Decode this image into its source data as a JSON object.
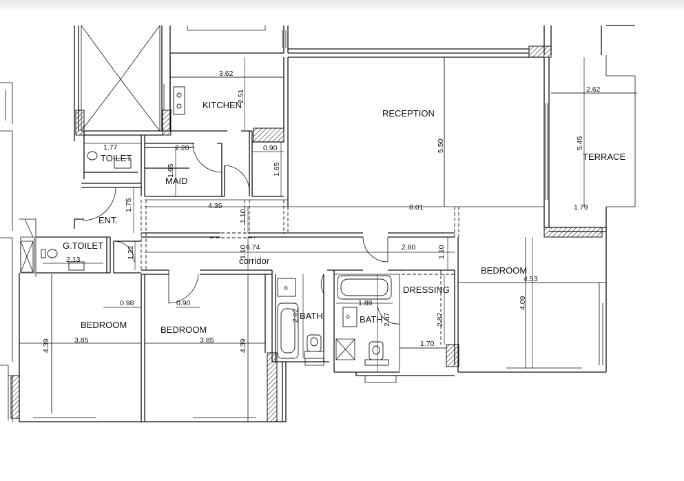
{
  "rooms": {
    "kitchen": "KITCHEN",
    "reception": "RECEPTION",
    "terrace": "TERRACE",
    "toilet": "TOILET",
    "maid": "MAID",
    "entrance": "ENT.",
    "guest_toilet": "G.TOILET",
    "corridor": "corridor",
    "bedroom_left": "BEDROOM",
    "bedroom_middle": "BEDROOM",
    "bedroom_right": "BEDROOM",
    "bath_left": "BATH",
    "bath_right": "BATH",
    "dressing": "DRESSING"
  },
  "dimensions": {
    "kitchen_width": "3.62",
    "kitchen_depth": "2.51",
    "reception_depth": "5.50",
    "terrace_width": "2.62",
    "terrace_depth": "5.45",
    "toilet_width": "1.77",
    "maid_width": "2.20",
    "maid_depth": "1.65",
    "store_width": "0.90",
    "store_depth": "1.65",
    "entrance_depth": "1.75",
    "hall_left_span": "4.35",
    "hall_mid_depth": "1.10",
    "hall_main_span": "8.01",
    "hall_right_span": "1.79",
    "guest_toilet_width": "2.13",
    "corridor_left_depth": "1.22",
    "corridor_mid_depth": "1.10",
    "corridor_span": "6.74",
    "corridor_right_span": "2.80",
    "corridor_right_depth": "1.10",
    "bedroom_left_nib": "0.98",
    "bedroom_middle_nib": "0.90",
    "bedroom_left_width": "3.85",
    "bedroom_left_depth": "4.39",
    "bedroom_middle_width": "3.85",
    "bedroom_middle_depth": "4.39",
    "bath_left_depth": "2.62",
    "bath_right_width": "1.88",
    "bath_right_depth": "2.87",
    "dressing_depth": "2.87",
    "dressing_width": "1.70",
    "bedroom_right_width": "4.53",
    "bedroom_right_depth": "4.09"
  }
}
